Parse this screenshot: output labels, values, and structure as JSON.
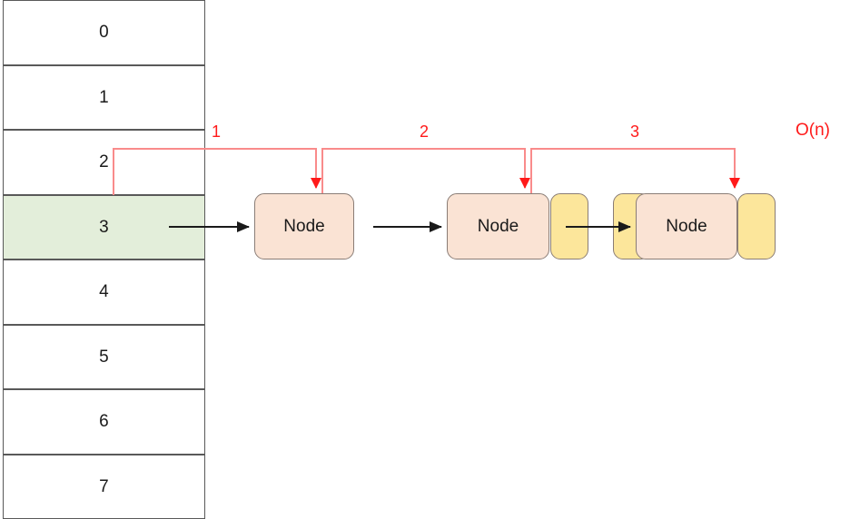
{
  "diagram": {
    "title": "Hash table bucket with linked-list chaining traversal",
    "colors": {
      "node_fill": "#fae3d4",
      "pointer_fill": "#fce69b",
      "highlight_row": "#e3eeda",
      "arrow_red": "#ff1a1a",
      "arrow_red_light": "#f98b8b",
      "arrow_black": "#1a1a1a",
      "cell_border": "#595959",
      "box_border": "#8a7d76"
    }
  },
  "bucket_table": {
    "name": "array-buckets",
    "highlight_index": 3,
    "rows": [
      {
        "label": "0",
        "highlighted": false
      },
      {
        "label": "1",
        "highlighted": false
      },
      {
        "label": "2",
        "highlighted": false
      },
      {
        "label": "3",
        "highlighted": true
      },
      {
        "label": "4",
        "highlighted": false
      },
      {
        "label": "5",
        "highlighted": false
      },
      {
        "label": "6",
        "highlighted": false
      },
      {
        "label": "7",
        "highlighted": false
      }
    ]
  },
  "linked_list": {
    "nodes": [
      {
        "label": "Node",
        "has_next_pointer": true
      },
      {
        "label": "Node",
        "has_next_pointer": true
      },
      {
        "label": "Node",
        "has_next_pointer": false
      }
    ]
  },
  "annotations": {
    "steps": [
      {
        "label": "1"
      },
      {
        "label": "2"
      },
      {
        "label": "3"
      }
    ],
    "complexity": "O(n)"
  }
}
